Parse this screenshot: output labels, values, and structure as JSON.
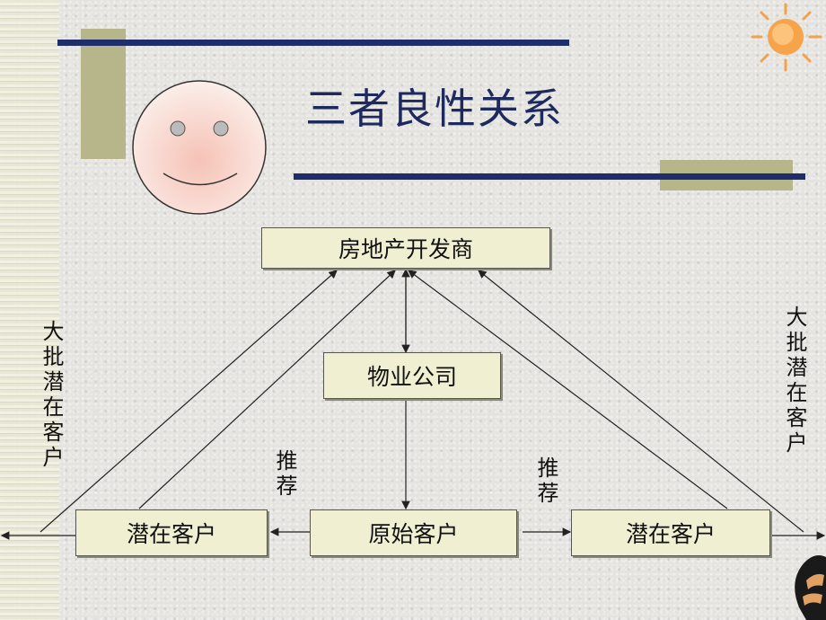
{
  "title": "三者良性关系",
  "nodes": {
    "developer": "房地产开发商",
    "property": "物业公司",
    "original": "原始客户",
    "potential_left": "潜在客户",
    "potential_right": "潜在客户"
  },
  "labels": {
    "recommend_left": "推荐",
    "recommend_right": "推荐",
    "mass_left": "大批潜在客户",
    "mass_right": "大批潜在客户"
  },
  "colors": {
    "title": "#1e2a5e",
    "bar": "#1f2d6b",
    "accent_block": "#b7b68a",
    "box_fill": "#f0efd2"
  }
}
